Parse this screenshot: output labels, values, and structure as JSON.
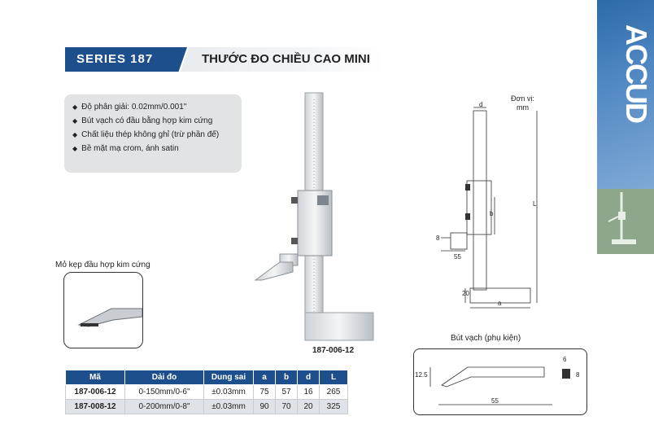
{
  "header": {
    "series_label": "SERIES 187",
    "title": "THƯỚC ĐO CHIỀU CAO MINI"
  },
  "features": [
    "Độ phân giải: 0.02mm/0.001\"",
    "Bút vạch có đầu bằng hợp kim cứng",
    "Chất liệu thép không ghỉ (trừ phần đế)",
    "Bề mặt mạ crom, ánh satin"
  ],
  "inset": {
    "label": "Mỏ kẹp đầu hợp kim cứng"
  },
  "product": {
    "code": "187-006-12"
  },
  "drawing": {
    "unit_label_line1": "Đơn vị:",
    "unit_label_line2": "mm",
    "dim_d": "d",
    "dim_L": "L",
    "dim_b": "b",
    "dim_8": "8",
    "dim_55": "55",
    "dim_20": "20",
    "dim_a": "a"
  },
  "scriber": {
    "label": "Bút vạch (phụ kiện)",
    "dim_12_5": "12.5",
    "dim_6": "6",
    "dim_8": "8",
    "dim_55": "55"
  },
  "brand": {
    "logo_text": "ACCUD"
  },
  "table": {
    "headers": [
      "Mã",
      "Dải đo",
      "Dung sai",
      "a",
      "b",
      "d",
      "L"
    ],
    "rows": [
      [
        "187-006-12",
        "0-150mm/0-6\"",
        "±0.03mm",
        "75",
        "57",
        "16",
        "265"
      ],
      [
        "187-008-12",
        "0-200mm/0-8\"",
        "±0.03mm",
        "90",
        "70",
        "20",
        "325"
      ]
    ]
  },
  "colors": {
    "brand_blue": "#1d4f8c",
    "banner_green": "#8da68c",
    "feature_box_gray": "#e2e3e5"
  }
}
